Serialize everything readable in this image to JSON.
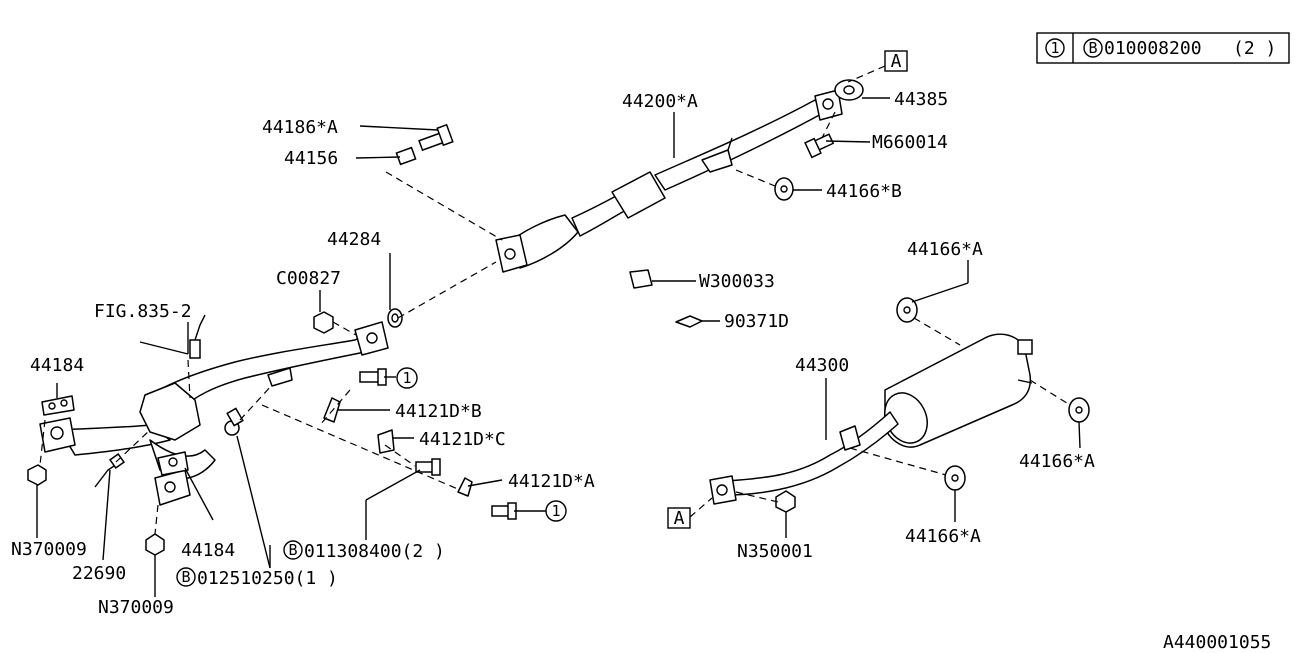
{
  "legend": {
    "circle_key": "1",
    "b_symbol": "B",
    "part": "010008200",
    "qty": "(2 )"
  },
  "references": {
    "fig": "FIG.835-2",
    "diagram_id": "A440001055",
    "view_a": "A"
  },
  "parts": {
    "front_pipe_gasket_a": "44184",
    "front_pipe_gasket_b": "44184",
    "nut_a": "N370009",
    "nut_b": "N370009",
    "o2_sensor": "22690",
    "bolt_b1_prefix": "B",
    "bolt_b1": "012510250(1 )",
    "bolt_b2_prefix": "B",
    "bolt_b2": "011308400(2 )",
    "bracket_b": "44121D*B",
    "bracket_c": "44121D*C",
    "bracket_a": "44121D*A",
    "callout_1a": "1",
    "callout_1b": "1",
    "nut_c": "C00827",
    "gasket_44284": "44284",
    "bolt_44186": "44186*A",
    "spring_44156": "44156",
    "center_pipe": "44200*A",
    "gasket_44385": "44385",
    "bolt_m660014": "M660014",
    "cushion_b": "44166*B",
    "clip_w300033": "W300033",
    "cushion_90371d": "90371D",
    "muffler_cushion_top": "44166*A",
    "muffler": "44300",
    "muffler_cushion_right": "44166*A",
    "muffler_cushion_bottom": "44166*A",
    "nut_n350001": "N350001"
  }
}
